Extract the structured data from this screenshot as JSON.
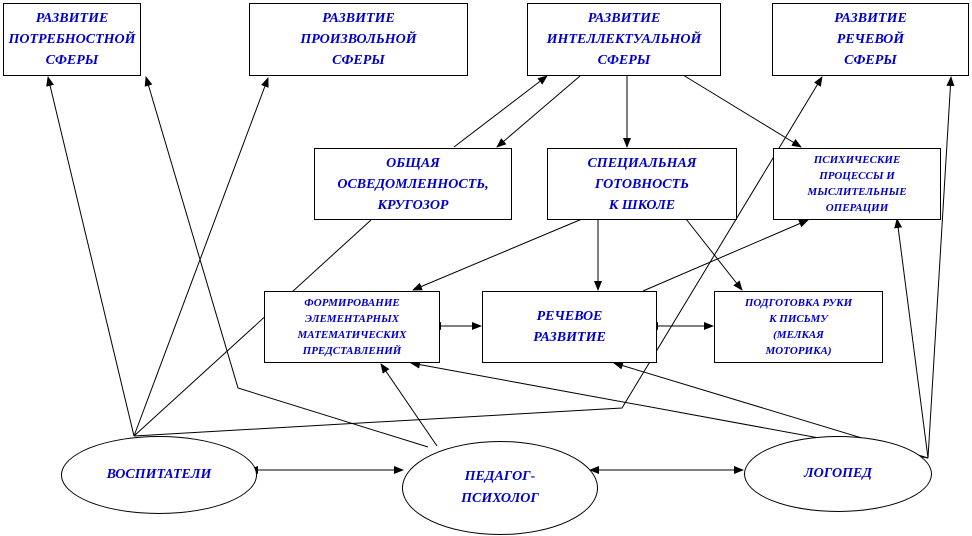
{
  "top_boxes": [
    "РАЗВИТИЕ\nПОТРЕБНОСТНОЙ\nСФЕРЫ",
    "РАЗВИТИЕ\nПРОИЗВОЛЬНОЙ\nСФЕРЫ",
    "РАЗВИТИЕ\nИНТЕЛЛЕКТУАЛЬНОЙ\nСФЕРЫ",
    "РАЗВИТИЕ\nРЕЧЕВОЙ\nСФЕРЫ"
  ],
  "middle_boxes": [
    "ОБЩАЯ\nОСВЕДОМЛЕННОСТЬ,\nКРУГОЗОР",
    "СПЕЦИАЛЬНАЯ\nГОТОВНОСТЬ\nК  ШКОЛЕ",
    "ПСИХИЧЕСКИЕ\nПРОЦЕССЫ И\nМЫСЛИТЕЛЬНЫЕ\nОПЕРАЦИИ"
  ],
  "lower_boxes": [
    "ФОРМИРОВАНИЕ\nЭЛЕМЕНТАРНЫХ\nМАТЕМАТИЧЕСКИХ\nПРЕДСТАВЛЕНИЙ",
    "РЕЧЕВОЕ\nРАЗВИТИЕ",
    "ПОДГОТОВКА  РУКИ\nК ПИСЬМУ\n(МЕЛКАЯ\nМОТОРИКА)"
  ],
  "specialists": [
    "ВОСПИТАТЕЛИ",
    "ПЕДАГОГ-\nПСИХОЛОГ",
    "ЛОГОПЕД"
  ],
  "colors": {
    "text": "#0000cc",
    "line": "#000000"
  }
}
